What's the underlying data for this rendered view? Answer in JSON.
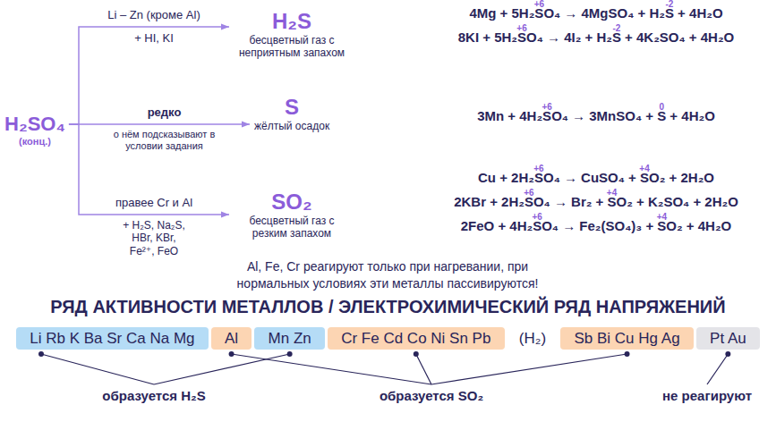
{
  "diagram": {
    "title": "РЯД АКТИВНОСТИ МЕТАЛЛОВ / ЭЛЕКТРОХИМИЧЕСКИЙ РЯД НАПРЯЖЕНИЙ",
    "nodes": [
      {
        "text": [
          "H₂SO₄",
          "(конц.)"
        ]
      },
      {
        "text": [
          "H₂S",
          "бесцветный газ с неприятным запахом"
        ]
      },
      {
        "text": [
          "S",
          "жёлтый осадок"
        ]
      },
      {
        "text": [
          "SO₂",
          "бесцветный газ с резким запахом"
        ]
      },
      {
        "text": [
          "Li Rb K Ba Sr Ca Na Mg"
        ]
      },
      {
        "text": [
          "Al"
        ]
      },
      {
        "text": [
          "Mn Zn"
        ]
      },
      {
        "text": [
          "Cr Fe Cd Co Ni Sn Pb"
        ]
      },
      {
        "text": [
          "Sb Bi Cu Hg Ag"
        ]
      },
      {
        "text": [
          "Pt Au"
        ]
      }
    ],
    "edges": [
      {
        "from": 0,
        "to": 1,
        "arrow": "to",
        "label": "Li – Zn (кроме Al)"
      },
      {
        "from": 0,
        "to": 2,
        "arrow": "to",
        "label": "редко"
      },
      {
        "from": 0,
        "to": 3,
        "arrow": "to",
        "label": "правее Cr и Al"
      }
    ],
    "labels": [
      "+ HI, KI",
      "о нём подсказывают в условии задания",
      "+ H₂S, Na₂S, HBr, KBr, Fe²⁺, FeO",
      "4Mg + 5H₂SO₄ → 4MgSO₄ + H₂S + 4H₂O",
      "+6",
      "-2",
      "8KI + 5H₂SO₄ → 4I₂ + H₂S + 4K₂SO₄ + 4H₂O",
      "+6",
      "-2",
      "3Mn + 4H₂SO₄ → 3MnSO₄ + S + 4H₂O",
      "+6",
      "0",
      "Cu + 2H₂SO₄ → CuSO₄ + SO₂ + 2H₂O",
      "+6",
      "+4",
      "2KBr + 2H₂SO₄ → Br₂ + SO₂ + K₂SO₄ + 2H₂O",
      "+6",
      "+4",
      "2FeO + 4H₂SO₄ → Fe₂(SO₄)₃ + SO₂ + 4H₂O",
      "+6",
      "+4",
      "Al, Fe, Cr реагируют только при нагревании, при нормальных условиях эти металлы пассивируются!",
      "(H₂)",
      "образуется H₂S",
      "образуется SO₂",
      "не реагируют"
    ]
  }
}
